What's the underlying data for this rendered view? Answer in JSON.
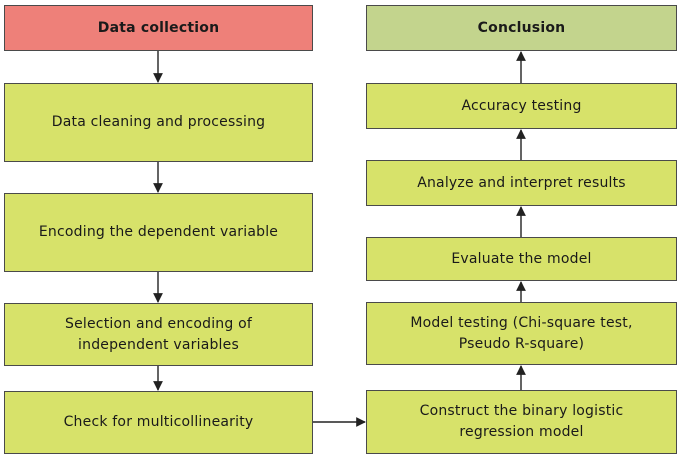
{
  "left_column": {
    "data_collection": "Data collection",
    "data_cleaning": "Data cleaning and processing",
    "encoding_dependent": "Encoding the dependent variable",
    "selection_encoding": "Selection and encoding of\nindependent variables",
    "check_multicollinearity": "Check for multicollinearity"
  },
  "right_column": {
    "construct_model": "Construct the binary logistic\nregression model",
    "model_testing": "Model testing (Chi-square test,\nPseudo R-square)",
    "evaluate_model": "Evaluate the model",
    "analyze_results": "Analyze and interpret results",
    "accuracy_testing": "Accuracy testing",
    "conclusion": "Conclusion"
  },
  "colors": {
    "start_fill": "#ee8079",
    "step_fill": "#d7e26a",
    "end_fill": "#c3d48d",
    "border": "#4a4a4a"
  }
}
